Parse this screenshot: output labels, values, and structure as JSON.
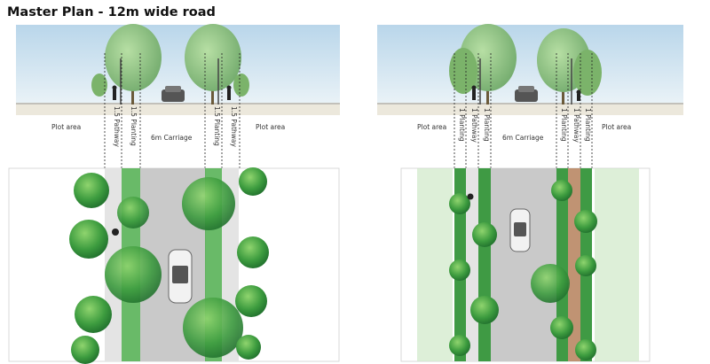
{
  "title": "Master Plan - 12m wide road",
  "left_section": {
    "labels": {
      "plot_left": "Plot area",
      "pathway_left": "1.5 Pathway",
      "planting_left": "1.5 Planting",
      "carriage": "6m Carriage",
      "planting_right": "1.5 Planting",
      "pathway_right": "1.5 Pathway",
      "plot_right": "Plot area"
    }
  },
  "right_section": {
    "labels": {
      "plot_left": "Plot area",
      "planting_1": "1 Planting",
      "pathway": "1 Pathway",
      "planting_2": "1 Planting",
      "carriage": "6m Carriage",
      "planting_3": "1 Planting",
      "pathway_right": "1 Pathway",
      "planting_4": "1 Planting",
      "plot_right": "Plot area"
    }
  },
  "colors": {
    "sky": "#cfe3ef",
    "road": "#c8c8c8",
    "tree_dark": "#2f8a3a",
    "tree_light": "#6cc05a",
    "path": "#b07850",
    "ground": "#e8e5d8"
  }
}
